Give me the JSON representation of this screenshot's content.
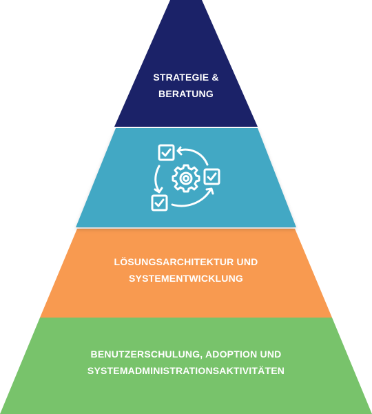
{
  "diagram": {
    "tiers": [
      {
        "id": "top",
        "lines": [
          "STRATEGIE &",
          "BERATUNG"
        ],
        "color": "#1b2268"
      },
      {
        "id": "second",
        "icon": "process-cycle-checklist-icon",
        "color": "#42a8c4"
      },
      {
        "id": "third",
        "lines": [
          "LÖSUNGSARCHITEKTUR UND",
          "SYSTEMENTWICKLUNG"
        ],
        "color": "#f89a50"
      },
      {
        "id": "bottom",
        "lines": [
          "BENUTZERSCHULUNG, ADOPTION UND",
          "SYSTEMADMINISTRATIONSAKTIVITÄTEN"
        ],
        "color": "#78c36b"
      }
    ]
  }
}
